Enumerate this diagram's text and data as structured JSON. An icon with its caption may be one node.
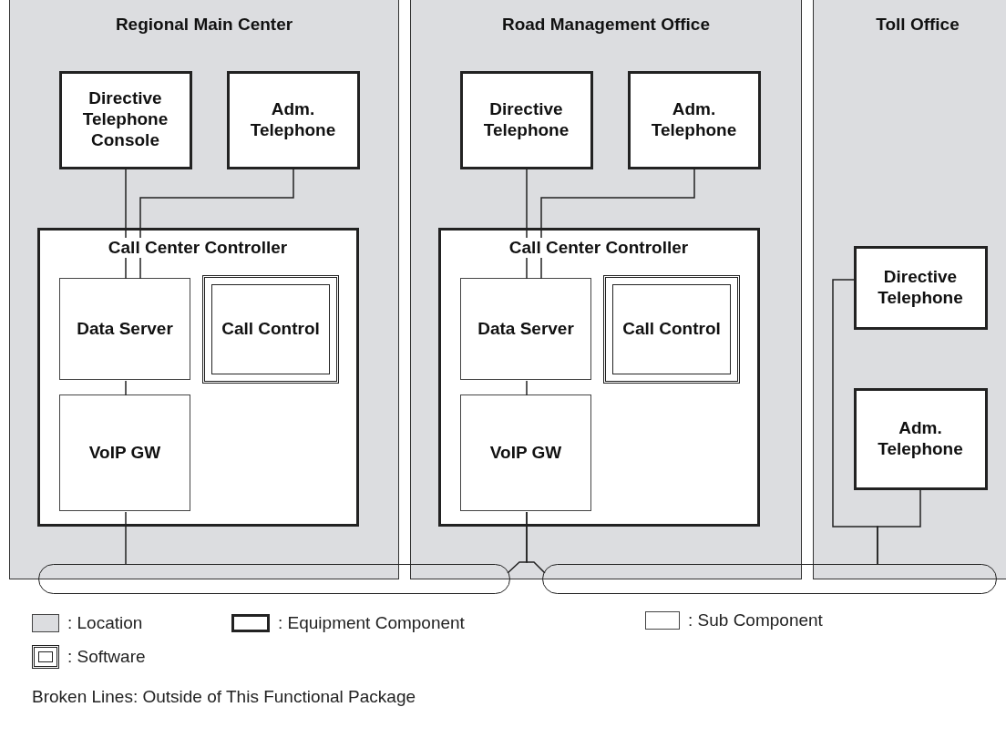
{
  "diagram": {
    "nodes": [
      {
        "text": [
          "Regional Main Center"
        ]
      },
      {
        "text": [
          "Directive Telephone Console"
        ],
        "in": 0
      },
      {
        "text": [
          "Adm. Telephone"
        ],
        "in": 0
      },
      {
        "text": [
          "Call Center Controller"
        ],
        "in": 0
      },
      {
        "text": [
          "Data Server"
        ],
        "in": 3
      },
      {
        "text": [
          "Call Control"
        ],
        "in": 3
      },
      {
        "text": [
          "VoIP GW"
        ],
        "in": 3
      },
      {
        "text": [
          "Road Management Office"
        ]
      },
      {
        "text": [
          "Directive Telephone"
        ],
        "in": 7
      },
      {
        "text": [
          "Adm. Telephone"
        ],
        "in": 7
      },
      {
        "text": [
          "Call Center Controller"
        ],
        "in": 7
      },
      {
        "text": [
          "Data Server"
        ],
        "in": 10
      },
      {
        "text": [
          "Call Control"
        ],
        "in": 10
      },
      {
        "text": [
          "VoIP GW"
        ],
        "in": 10
      },
      {
        "text": [
          "Toll Office"
        ]
      },
      {
        "text": [
          "Directive Telephone"
        ],
        "in": 14
      },
      {
        "text": [
          "Adm. Telephone"
        ],
        "in": 14
      },
      {
        "text": [],
        "shape": "capsule"
      },
      {
        "text": [],
        "shape": "capsule"
      }
    ],
    "edges": [
      {
        "from": 1,
        "to": 4,
        "arrow": "none"
      },
      {
        "from": 2,
        "to": 4,
        "arrow": "none"
      },
      {
        "from": 4,
        "to": 6,
        "arrow": "none"
      },
      {
        "from": 6,
        "to": 17,
        "arrow": "none"
      },
      {
        "from": 8,
        "to": 11,
        "arrow": "none"
      },
      {
        "from": 9,
        "to": 11,
        "arrow": "none"
      },
      {
        "from": 11,
        "to": 13,
        "arrow": "none"
      },
      {
        "from": 13,
        "to": 17,
        "arrow": "none"
      },
      {
        "from": 13,
        "to": 18,
        "arrow": "none"
      },
      {
        "from": 15,
        "to": 18,
        "arrow": "none"
      },
      {
        "from": 16,
        "to": 18,
        "arrow": "none"
      }
    ],
    "labels": [
      "Broken Lines: Outside of This Functional Package"
    ],
    "legend": [
      {
        "text": ": Location",
        "color": "#dcdde0"
      },
      {
        "text": ": Equipment Component"
      },
      {
        "text": ": Sub Component"
      },
      {
        "text": ": Software"
      }
    ]
  }
}
